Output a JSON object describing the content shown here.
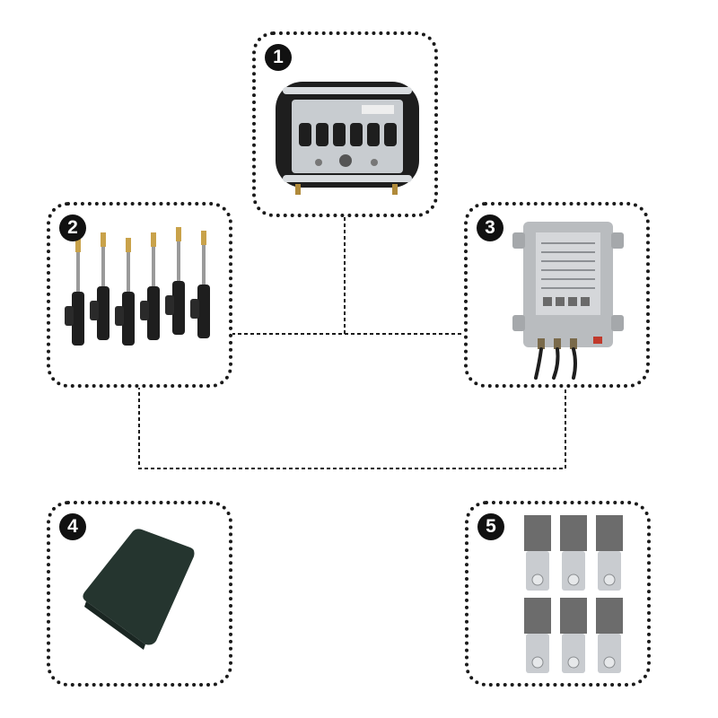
{
  "panels": [
    {
      "number": "1",
      "icon": "remote-transmitter-icon"
    },
    {
      "number": "2",
      "icon": "linear-actuators-icon"
    },
    {
      "number": "3",
      "icon": "control-box-icon"
    },
    {
      "number": "4",
      "icon": "cover-pad-icon"
    },
    {
      "number": "5",
      "icon": "mounting-brackets-icon"
    }
  ],
  "colors": {
    "panel_border": "#1a1a1a",
    "connector": "#1a1a1a",
    "badge": "#111111",
    "device_dark": "#1e1e1e",
    "device_silver": "#c8ccd0",
    "box_gray": "#b9bcbf",
    "pad_green": "#25352f"
  }
}
